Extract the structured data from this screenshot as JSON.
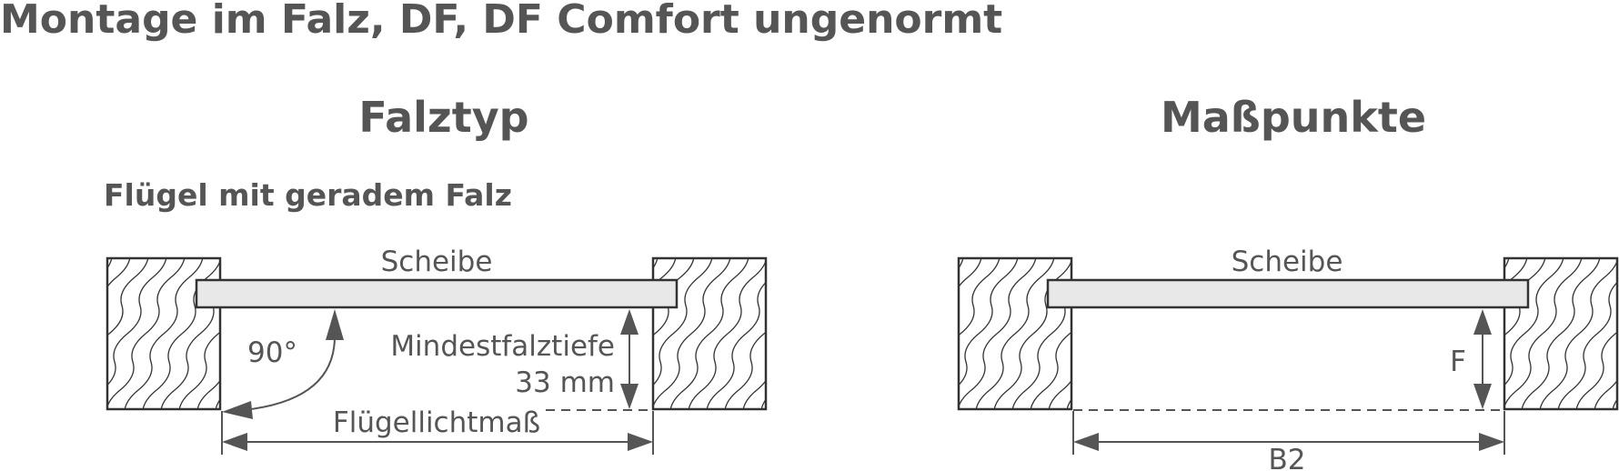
{
  "page_title": "Montage im Falz, DF, DF Comfort ungenormt",
  "left_diagram": {
    "heading": "Falztyp",
    "subheading": "Flügel mit geradem Falz",
    "glass_label": "Scheibe",
    "angle_label": "90°",
    "depth_label_line1": "Mindestfalztiefe",
    "depth_label_line2": "33 mm",
    "width_label": "Flügellichtmaß"
  },
  "right_diagram": {
    "heading": "Maßpunkte",
    "glass_label": "Scheibe",
    "depth_label": "F",
    "width_label": "B2"
  },
  "colors": {
    "text": "#555555",
    "outline": "#333333",
    "glass_fill": "#e8e8e8"
  }
}
